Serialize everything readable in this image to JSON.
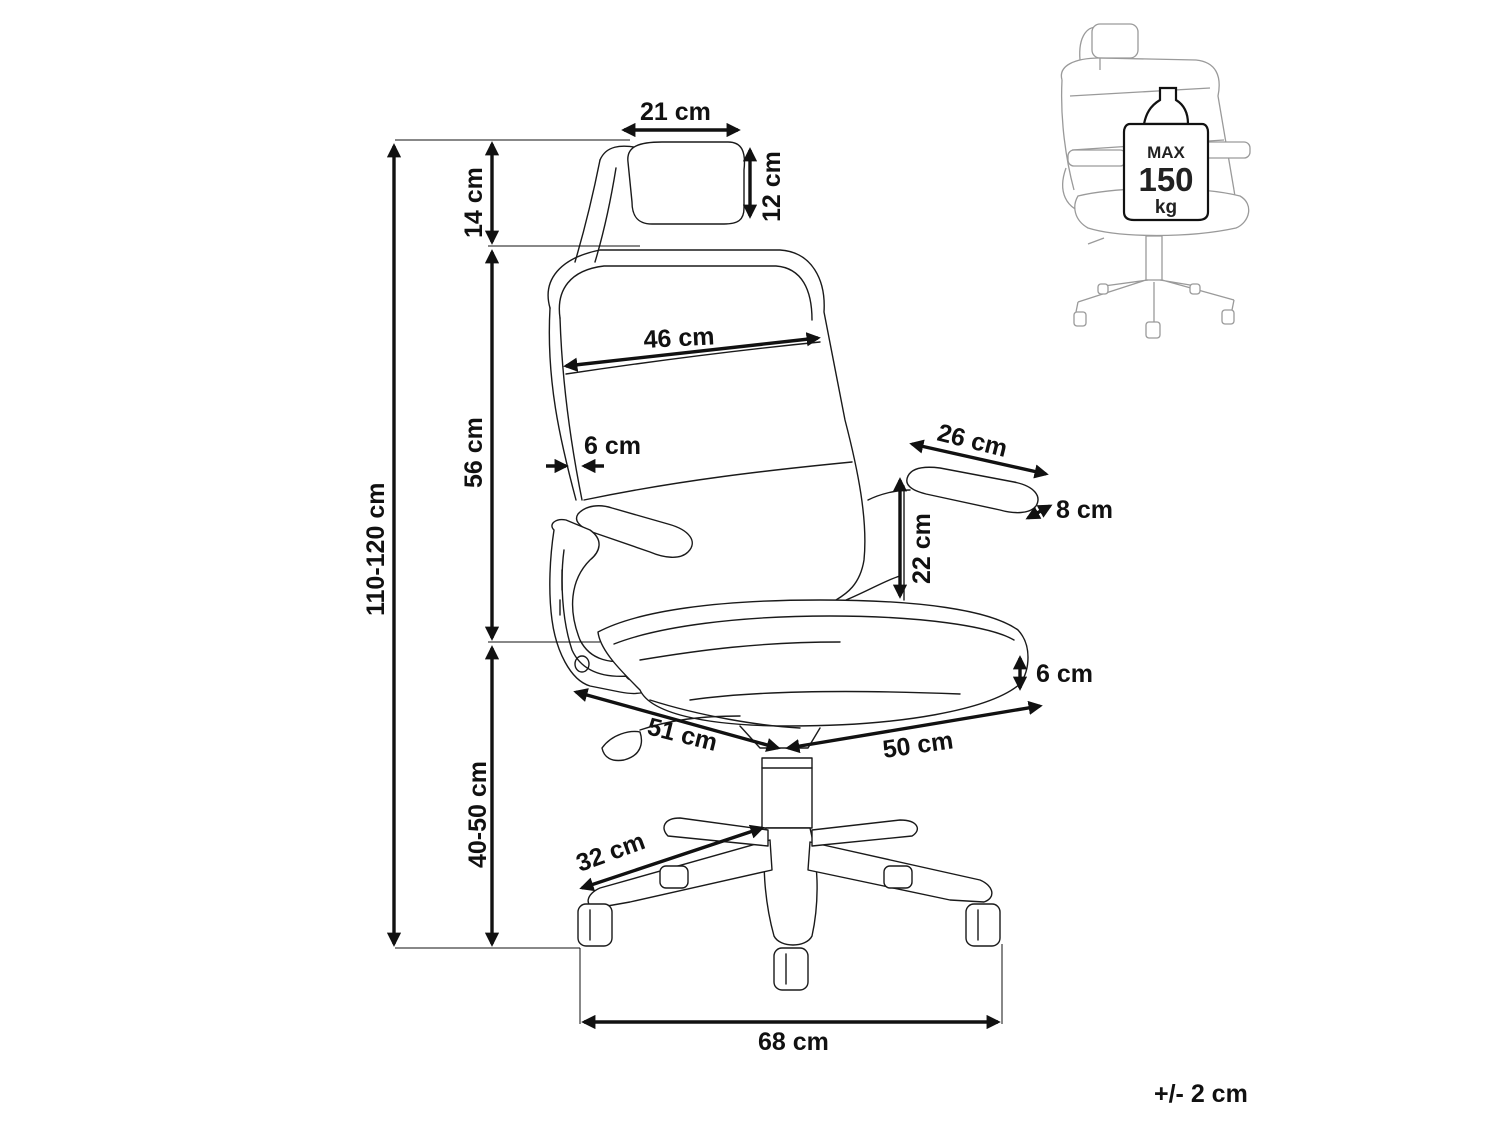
{
  "dimensions": {
    "headrest_width": "21 cm",
    "headrest_height_outer": "14 cm",
    "headrest_height_inner": "12 cm",
    "backrest_width": "46 cm",
    "backrest_height": "56 cm",
    "backrest_thickness": "6 cm",
    "total_height": "110-120 cm",
    "armrest_length": "26 cm",
    "armrest_width": "8 cm",
    "armrest_height": "22 cm",
    "seat_thickness": "6 cm",
    "seat_depth": "51 cm",
    "seat_width": "50 cm",
    "seat_height": "40-50 cm",
    "leg_length": "32 cm",
    "base_width": "68 cm"
  },
  "tolerance": "+/- 2 cm",
  "badge": {
    "max": "MAX",
    "value": "150",
    "unit": "kg"
  },
  "colors": {
    "line": "#1a1a1a",
    "thumbnail": "#9a9a9a",
    "background": "#ffffff"
  }
}
